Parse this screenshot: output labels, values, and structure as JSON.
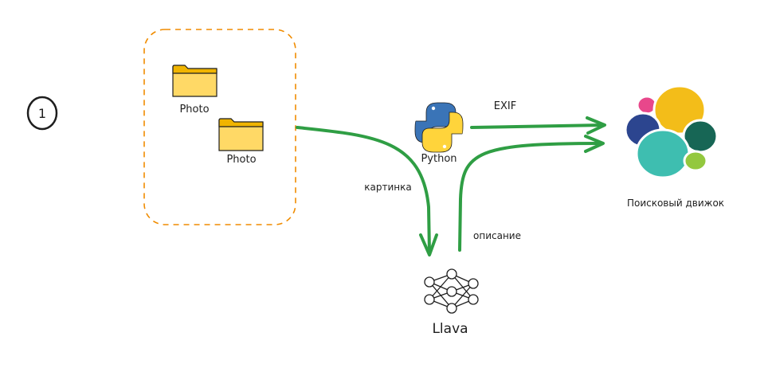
{
  "step_number": "1",
  "folders": [
    {
      "label": "Photo"
    },
    {
      "label": "Photo"
    }
  ],
  "python": {
    "label": "Python"
  },
  "llava": {
    "label": "Llava"
  },
  "search_engine": {
    "label": "Поисковый движок"
  },
  "arrows": {
    "exif": "EXIF",
    "image": "картинка",
    "description": "описание"
  },
  "colors": {
    "arrow": "#2f9e44",
    "group_border": "#f08c00",
    "folder_fill": "#ffd966",
    "folder_tab": "#f0b400",
    "python_blue": "#3a74b7",
    "python_yellow": "#ffd43b",
    "elastic_yellow": "#f3bd19",
    "elastic_pink": "#e8478b",
    "elastic_navy": "#2c458f",
    "elastic_green": "#176655",
    "elastic_teal": "#3ebeb0",
    "elastic_lime": "#93c83e"
  }
}
